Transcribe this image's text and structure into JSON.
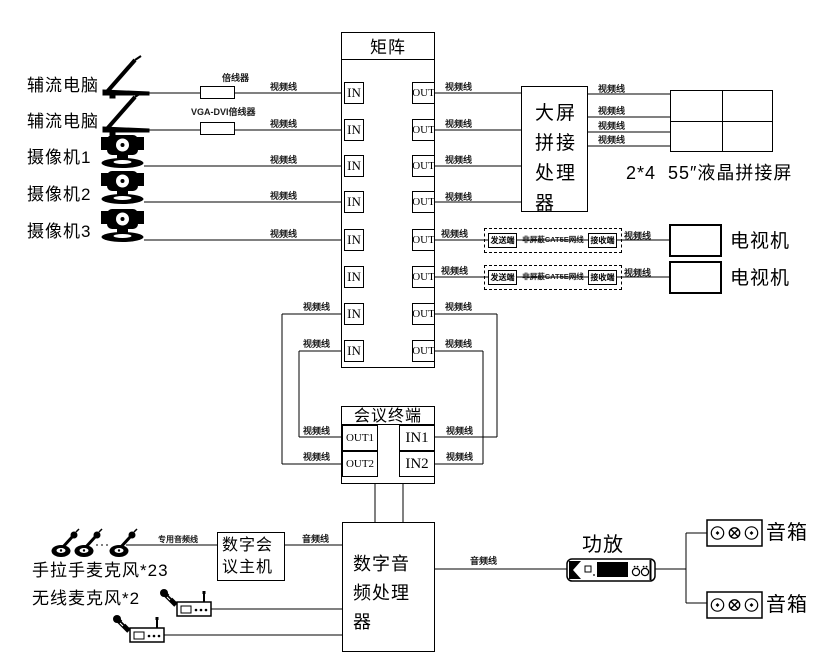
{
  "matrix": {
    "title": "矩阵",
    "in_label": "IN",
    "out_label": "OUT"
  },
  "inputs": [
    {
      "label": "辅流电脑"
    },
    {
      "label": "辅流电脑"
    },
    {
      "label": "摄像机1"
    },
    {
      "label": "摄像机2"
    },
    {
      "label": "摄像机3"
    }
  ],
  "converters": [
    {
      "label": "倍线器"
    },
    {
      "label": "VGA-DVI倍线器"
    }
  ],
  "cable_labels": {
    "video": "视频线",
    "audio": "音频线",
    "dedicated_audio": "专用音频线"
  },
  "extenders": {
    "sender": "发送端",
    "cable": "非屏蔽CAT5E网线",
    "receiver": "接收端"
  },
  "display_processor": {
    "label": "大屏拼接处理器"
  },
  "video_wall": {
    "caption": "2*4  55″液晶拼接屏"
  },
  "tvs": [
    {
      "label": "电视机"
    },
    {
      "label": "电视机"
    }
  ],
  "conference_terminal": {
    "title": "会议终端",
    "ports": {
      "out1": "OUT1",
      "out2": "OUT2",
      "in1": "IN1",
      "in2": "IN2"
    }
  },
  "audio_processor": {
    "label": "数字音频处理器"
  },
  "conference_host": {
    "label": "数字会议主机"
  },
  "microphones": {
    "daisy_chain_label": "手拉手麦克风*23",
    "wireless_label": "无线麦克风*2"
  },
  "amplifier": {
    "label": "功放"
  },
  "speakers": [
    {
      "label": "音箱"
    },
    {
      "label": "音箱"
    }
  ],
  "colors": {
    "line": "#000000",
    "background": "#ffffff"
  }
}
